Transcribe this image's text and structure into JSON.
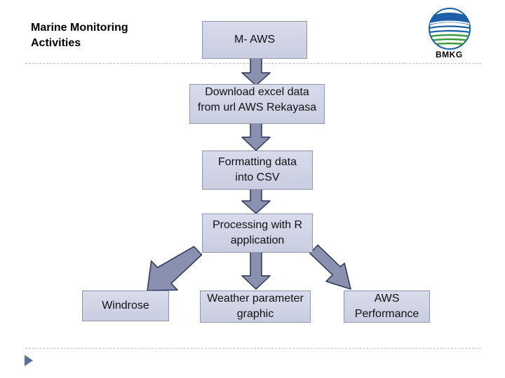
{
  "header": {
    "title_line1": "Marine Monitoring",
    "title_line2": "Activities",
    "logo_text": "BMKG"
  },
  "steps": {
    "source": "M- AWS",
    "download": "Download excel data from url AWS Rekayasa",
    "format": "Formatting data into CSV",
    "process": "Processing with R application"
  },
  "outputs": {
    "windrose": "Windrose",
    "weather_graphic": "Weather parameter graphic",
    "performance": "AWS Performance"
  },
  "colors": {
    "box_fill": "#d0d4e6",
    "box_border": "#8e95b3",
    "arrow_fill": "#8a90b0",
    "arrow_border": "#2e3552",
    "logo_blue": "#1a5fa8",
    "logo_green": "#3a9a3a",
    "nav_arrow": "#5b6f9c"
  },
  "icons": {
    "logo": "bmkg-globe-logo",
    "nav": "next-slide-triangle-icon"
  }
}
